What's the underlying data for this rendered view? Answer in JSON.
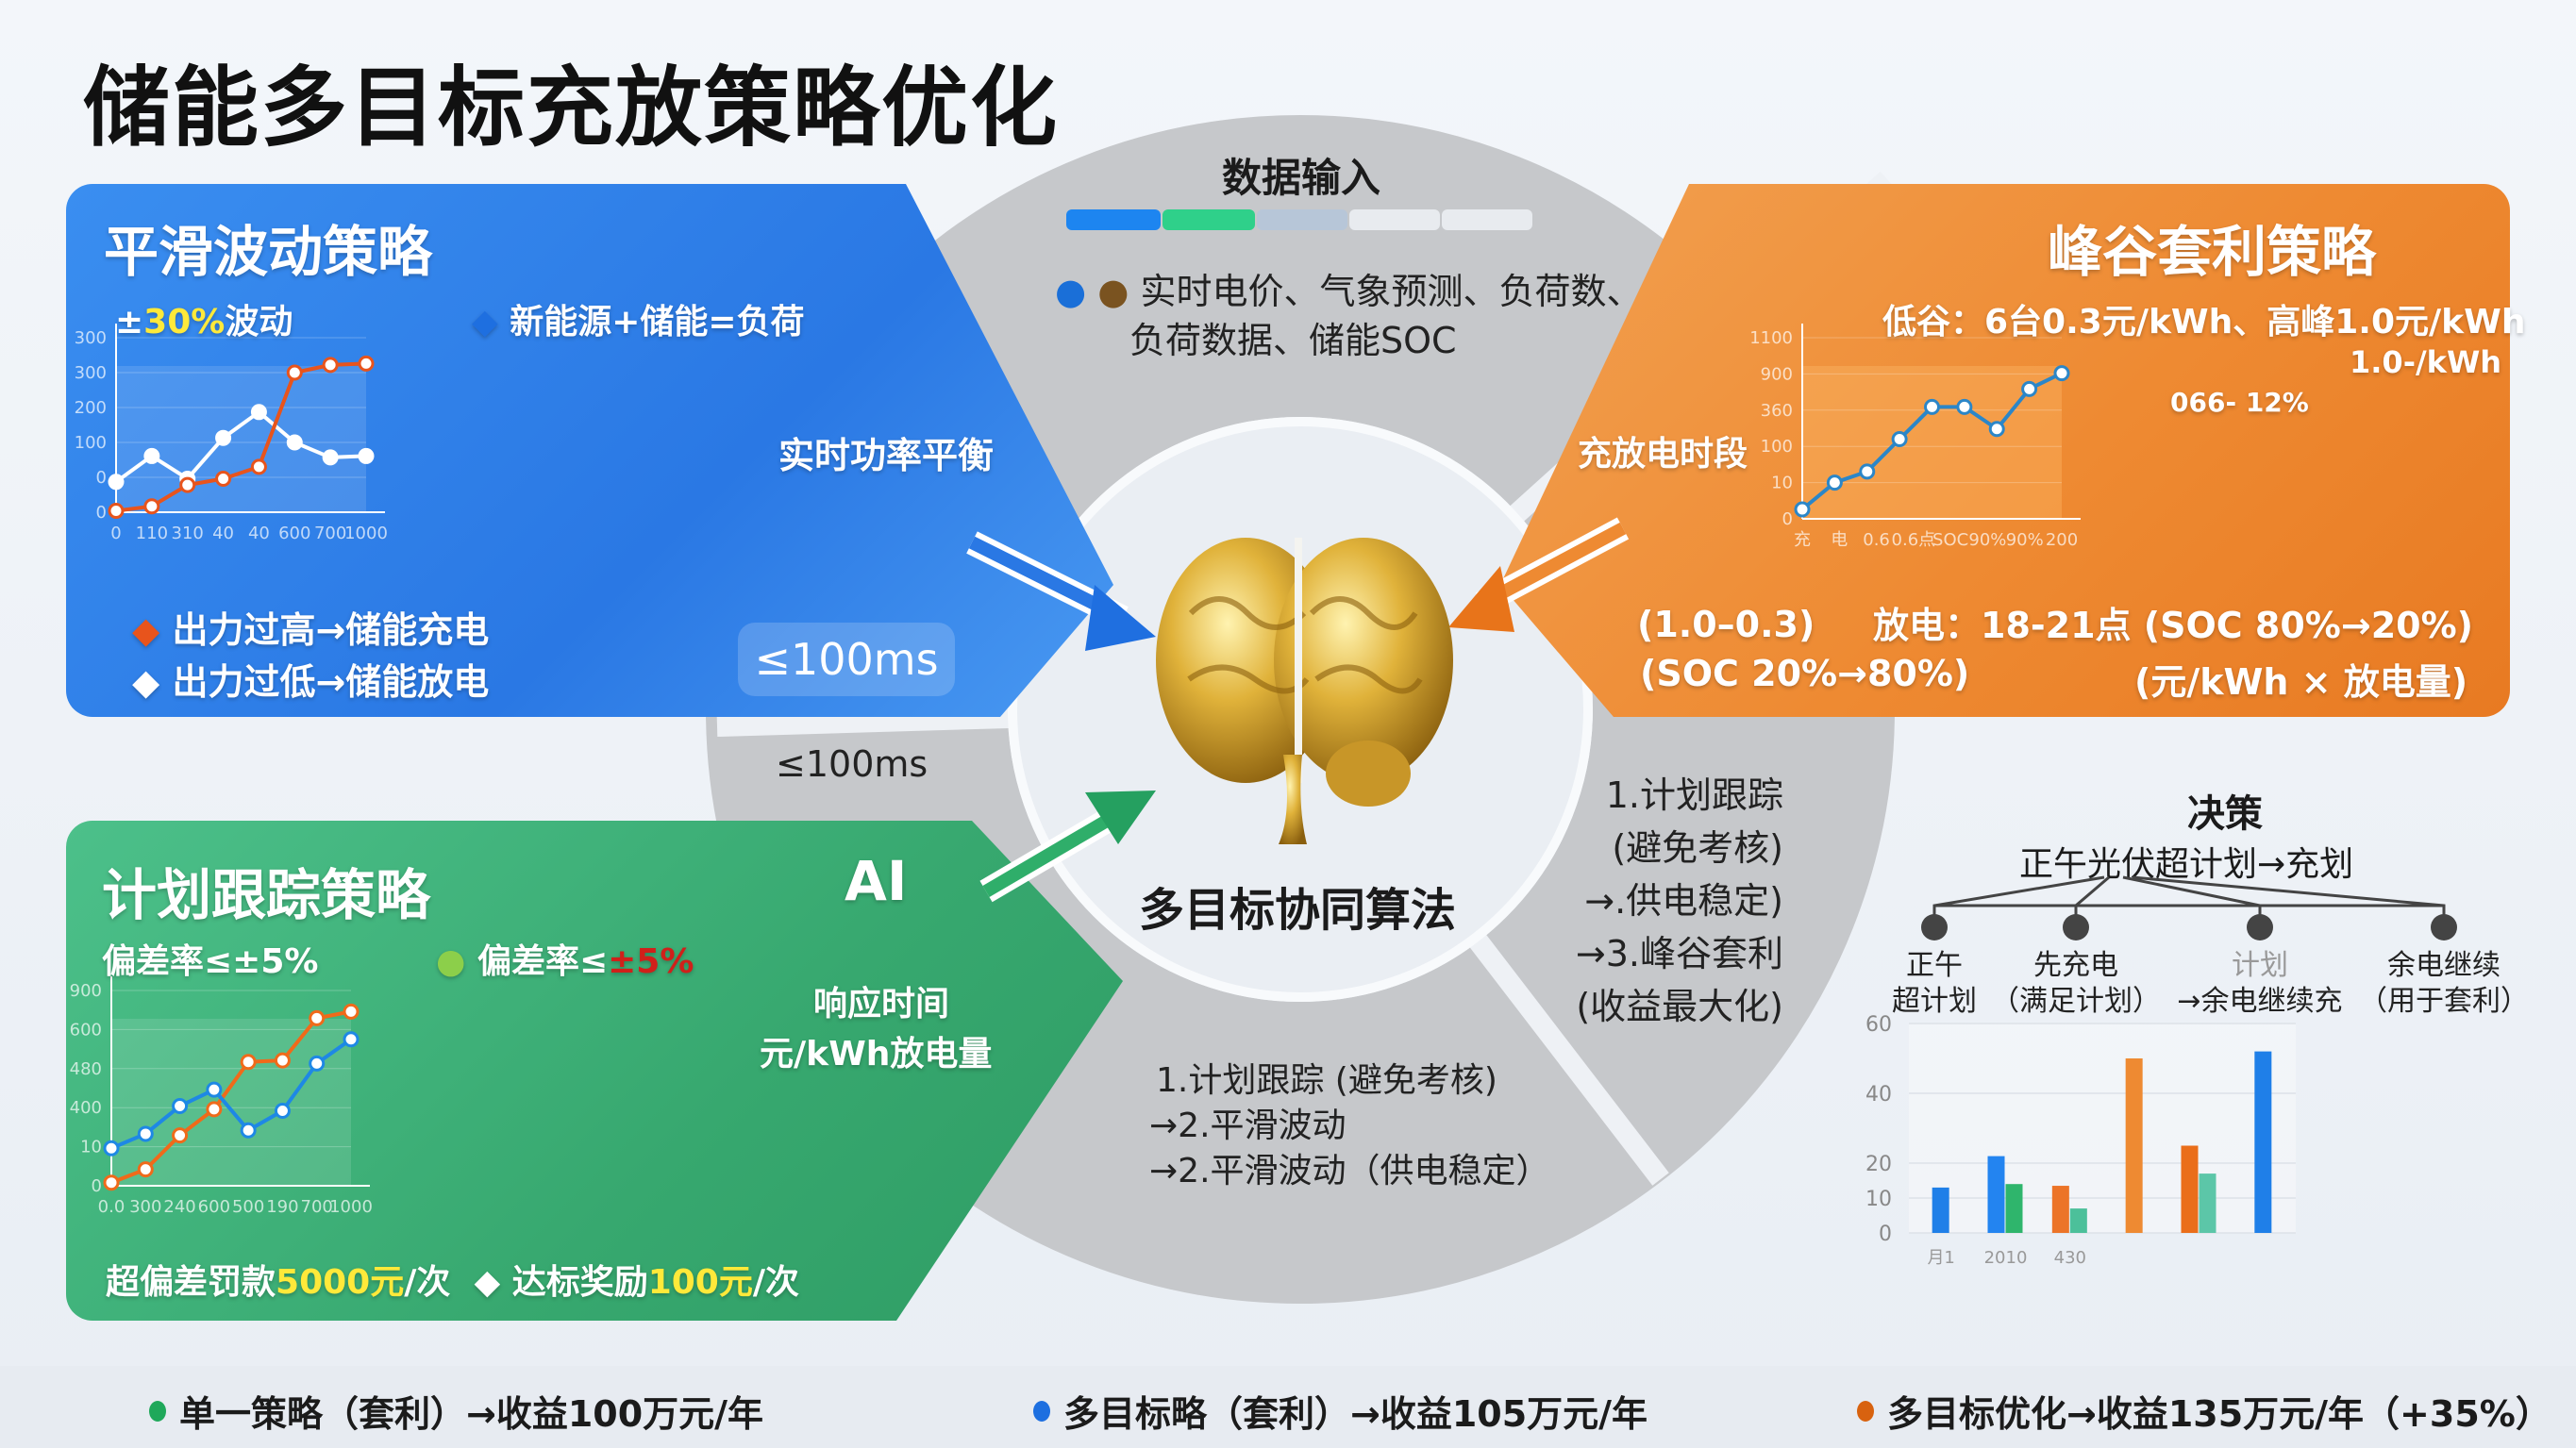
{
  "title": "储能多目标充放策略优化",
  "colors": {
    "blue": "#2a78e4",
    "orange": "#ee8a32",
    "green": "#37a86f",
    "grey_ring": "#c9cbce",
    "gold": "#d9a520"
  },
  "smooth_panel": {
    "title": "平滑波动策略",
    "fluct_prefix": "±",
    "fluct_value": "30%",
    "fluct_suffix": "波动",
    "legend_top": "新能源+储能=负荷",
    "legend_high": "出力过高→储能充电",
    "legend_low": "出力过低→储能放电",
    "side_label": "实时功率平衡",
    "latency_box": "≤100ms"
  },
  "peak_panel": {
    "title": "峰谷套利策略",
    "prices": "低谷：6台0.3元/kWh、高峰1.0元/kWh",
    "chart_note_top": "1.0-/kWh",
    "chart_note_mid": "066- 12%",
    "side_label": "充放电时段",
    "charge_range": "(1.0–0.3)",
    "charge_soc": "(SOC 20%→80%)",
    "discharge": "放电：18-21点 (SOC 80%→20%)",
    "formula": "(元/kWh × 放电量)"
  },
  "plan_panel": {
    "title": "计划跟踪策略",
    "deviation_left": "偏差率≤±5%",
    "deviation_right_prefix": "偏差率≤",
    "deviation_right_value": "±5%",
    "penalty_prefix": "超偏差罚款",
    "penalty_value": "5000元",
    "penalty_suffix": "/次",
    "reward_prefix": "达标奖励",
    "reward_value": "100元",
    "reward_suffix": "/次",
    "ai_label": "AI",
    "response_label": "响应时间",
    "unit_label": "元/kWh放电量"
  },
  "ring": {
    "data_input_title": "数据输入",
    "data_input_line1": "实时电价、气象预测、负荷数、",
    "data_input_line2": "负荷数据、储能SOC",
    "latency_label": "≤100ms",
    "center_title": "多目标协同算法",
    "priority_right": [
      "1.计划跟踪",
      "(避免考核)",
      "→.供电稳定)",
      "→3.峰谷套利",
      "(收益最大化)"
    ],
    "priority_bottom": [
      "1.计划跟踪 (避免考核)",
      "→2.平滑波动",
      "→2.平滑波动（供电稳定）"
    ]
  },
  "decision": {
    "title": "决策",
    "root": "正午光伏超计划→充划",
    "leaves": [
      {
        "line1": "正午",
        "line2": "超计划"
      },
      {
        "line1": "先充电",
        "line2": "（满足计划）"
      },
      {
        "line1": "计划",
        "line2": "→余电继续充"
      },
      {
        "line1": "余电继续",
        "line2": "（用于套利）"
      }
    ]
  },
  "bottom": [
    {
      "text": "单一策略（套利）→收益100万元/年",
      "color": "#1fa85a"
    },
    {
      "text": "多目标略（套利）→收益105万元/年",
      "color": "#1d6fe0"
    },
    {
      "text": "多目标优化→收益135万元/年（+35%）",
      "color": "#d8620f"
    }
  ],
  "chart_data": [
    {
      "id": "smooth",
      "type": "line",
      "x_ticks": [
        "0",
        "110",
        "310",
        "40",
        "40",
        "600",
        "700",
        "1000"
      ],
      "y_ticks": [
        "0",
        "0",
        "100",
        "200",
        "300",
        "300"
      ],
      "ylim": [
        0,
        500
      ],
      "series": [
        {
          "color": "#ffffff",
          "values": [
            87,
            161,
            96,
            213,
            287,
            200,
            157,
            161
          ]
        },
        {
          "color": "#e8541c",
          "values": [
            4,
            17,
            78,
            96,
            130,
            400,
            422,
            426
          ]
        }
      ]
    },
    {
      "id": "peak",
      "type": "line",
      "x_ticks": [
        "充",
        "电",
        "0.6",
        "0.6点",
        "SOC",
        "90%",
        "90%",
        "200"
      ],
      "y_ticks": [
        "0",
        "10",
        "100",
        "360",
        "900",
        "1100"
      ],
      "ylim": [
        0,
        1000
      ],
      "series": [
        {
          "color": "#2b86c8",
          "values": [
            52,
            200,
            261,
            440,
            618,
            618,
            496,
            717,
            804
          ]
        }
      ]
    },
    {
      "id": "plan",
      "type": "line",
      "x_ticks": [
        "0.0",
        "300",
        "240",
        "600",
        "500",
        "190",
        "700",
        "1000"
      ],
      "y_ticks": [
        "0",
        "10",
        "400",
        "480",
        "600",
        "900"
      ],
      "ylim": [
        0,
        500
      ],
      "series": [
        {
          "color": "#f06a1a",
          "values": [
            8,
            42,
            129,
            196,
            317,
            321,
            429,
            446
          ]
        },
        {
          "color": "#1e88e5",
          "values": [
            96,
            133,
            204,
            246,
            142,
            192,
            313,
            375
          ]
        }
      ]
    },
    {
      "id": "decision-bars",
      "type": "bar",
      "y_ticks": [
        0,
        10,
        20,
        40,
        60
      ],
      "ylim": [
        0,
        60
      ],
      "x_ticks": [
        "月1",
        "2010",
        "430"
      ],
      "groups": [
        [
          {
            "value": 13,
            "color": "#1f7fe8"
          }
        ],
        [
          {
            "value": 22,
            "color": "#2384f0"
          },
          {
            "value": 14,
            "color": "#2fb56c"
          }
        ],
        [
          {
            "value": 13.5,
            "color": "#ec7428"
          },
          {
            "value": 7,
            "color": "#4cc09a"
          }
        ],
        [
          {
            "value": 50,
            "color": "#ee8a32"
          }
        ],
        [
          {
            "value": 25,
            "color": "#ea6e1a"
          },
          {
            "value": 17,
            "color": "#5cc6a8"
          }
        ],
        [
          {
            "value": 52,
            "color": "#1f7fe8"
          }
        ]
      ]
    }
  ]
}
